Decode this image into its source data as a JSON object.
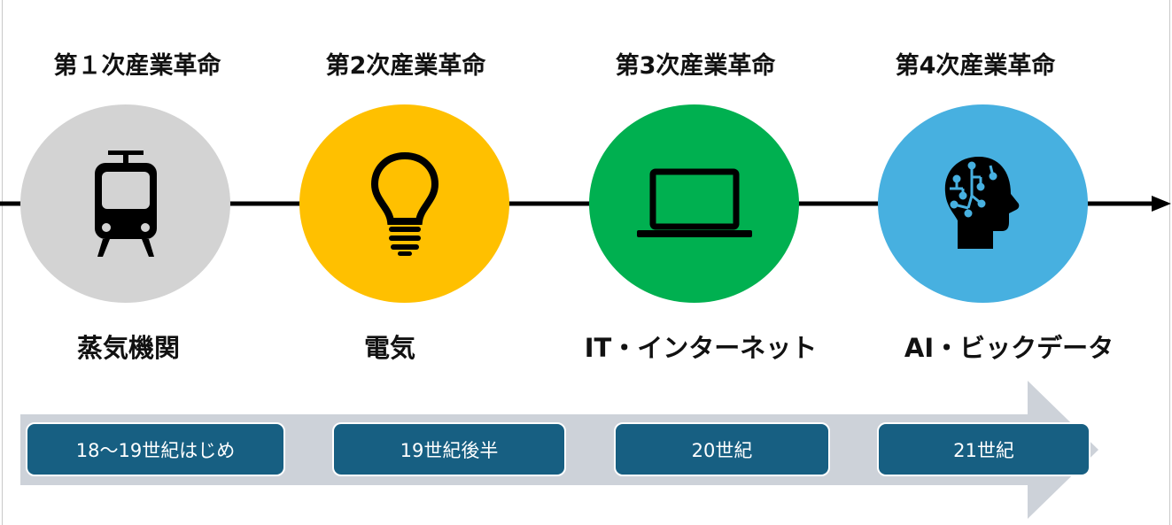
{
  "colors": {
    "era1": "#d3d3d3",
    "era2": "#ffc000",
    "era3": "#00b050",
    "era4": "#47b0e0",
    "box": "#175f82",
    "band": "#cdd2d9"
  },
  "eras": [
    {
      "title": "第１次産業革命",
      "label": "蒸気機関",
      "period": "18〜19世紀はじめ",
      "icon": "train-icon"
    },
    {
      "title": "第2次産業革命",
      "label": "電気",
      "period": "19世紀後半",
      "icon": "lightbulb-icon"
    },
    {
      "title": "第3次産業革命",
      "label": "IT・インターネット",
      "period": "20世紀",
      "icon": "laptop-icon"
    },
    {
      "title": "第4次産業革命",
      "label": "AI・ビックデータ",
      "period": "21世紀",
      "icon": "ai-head-icon"
    }
  ]
}
